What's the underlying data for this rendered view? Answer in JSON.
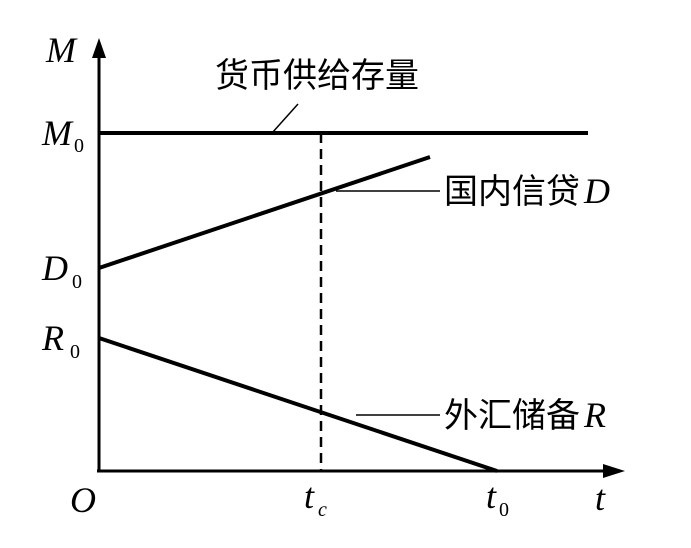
{
  "axes": {
    "y_label": "M",
    "x_label": "t",
    "origin_label": "O"
  },
  "y_ticks": {
    "m0": {
      "main": "M",
      "sub": "0"
    },
    "d0": {
      "main": "D",
      "sub": "0"
    },
    "r0": {
      "main": "R",
      "sub": "0"
    }
  },
  "x_ticks": {
    "tc": {
      "main": "t",
      "sub": "c"
    },
    "t0": {
      "main": "t",
      "sub": "0"
    }
  },
  "labels": {
    "money_supply": "货币供给存量",
    "domestic_credit_text": "国内信贷",
    "domestic_credit_symbol": "D",
    "fx_reserves_text": "外汇储备",
    "fx_reserves_symbol": "R"
  },
  "colors": {
    "line": "#000000",
    "background": "#ffffff"
  }
}
